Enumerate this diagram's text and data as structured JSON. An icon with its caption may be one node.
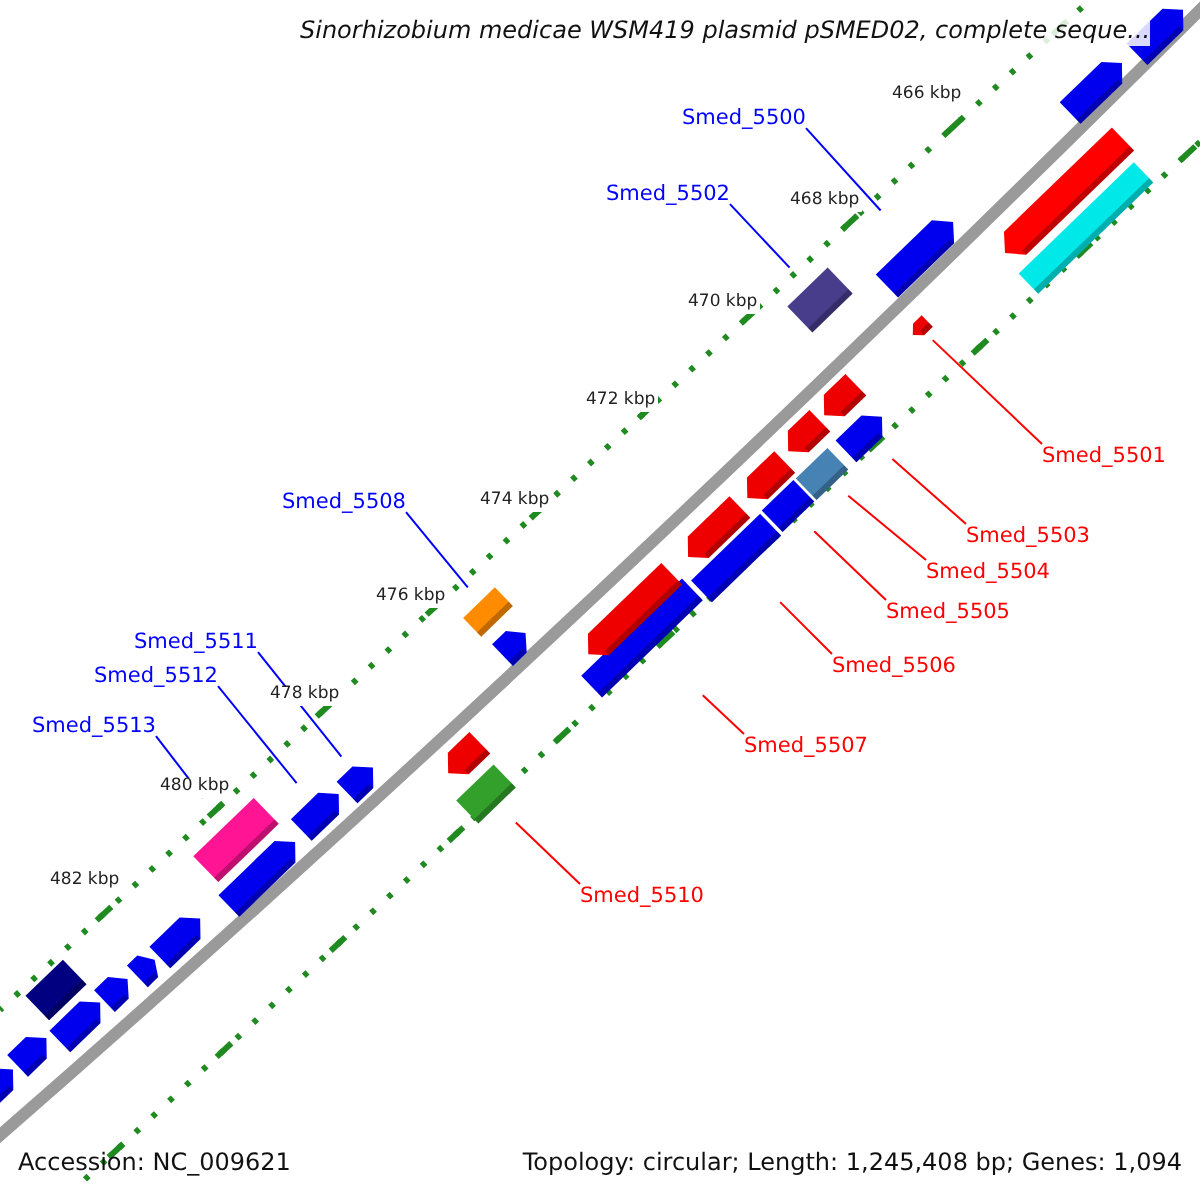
{
  "diagram": {
    "title": "Sinorhizobium medicae WSM419 plasmid pSMED02, complete seque...",
    "nodes": [
      {
        "text": [
          "Smed_5500"
        ]
      },
      {
        "text": [],
        "shape": "arrow"
      },
      {
        "text": [
          "Smed_5502"
        ]
      },
      {
        "text": [],
        "shape": "box"
      },
      {
        "text": [
          "Smed_5501"
        ]
      },
      {
        "text": [],
        "shape": "arrow"
      },
      {
        "text": [
          "Smed_5503"
        ]
      },
      {
        "text": [],
        "shape": "arrow"
      },
      {
        "text": [
          "Smed_5504"
        ]
      },
      {
        "text": [],
        "shape": "box"
      },
      {
        "text": [
          "Smed_5505"
        ]
      },
      {
        "text": [],
        "shape": "box"
      },
      {
        "text": [
          "Smed_5506"
        ]
      },
      {
        "text": [],
        "shape": "box"
      },
      {
        "text": [
          "Smed_5507"
        ]
      },
      {
        "text": [],
        "shape": "box"
      },
      {
        "text": [
          "Smed_5508"
        ]
      },
      {
        "text": [],
        "shape": "box"
      },
      {
        "text": [
          "Smed_5511"
        ]
      },
      {
        "text": [],
        "shape": "arrow"
      },
      {
        "text": [
          "Smed_5512"
        ]
      },
      {
        "text": [],
        "shape": "arrow"
      },
      {
        "text": [
          "Smed_5513"
        ]
      },
      {
        "text": [],
        "shape": "box"
      },
      {
        "text": [
          "Smed_5510"
        ]
      },
      {
        "text": [],
        "shape": "box"
      },
      {
        "text": [],
        "shape": "arrow"
      },
      {
        "text": [],
        "shape": "arrow"
      },
      {
        "text": [],
        "shape": "arrow"
      },
      {
        "text": [],
        "shape": "box"
      },
      {
        "text": [],
        "shape": "arrow"
      },
      {
        "text": [],
        "shape": "arrow"
      },
      {
        "text": [],
        "shape": "arrow"
      },
      {
        "text": [],
        "shape": "arrow"
      },
      {
        "text": [],
        "shape": "arrow"
      },
      {
        "text": [],
        "shape": "arrow"
      },
      {
        "text": [],
        "shape": "arrow"
      },
      {
        "text": [],
        "shape": "arrow"
      },
      {
        "text": [],
        "shape": "arrow"
      },
      {
        "text": [],
        "shape": "arrow"
      },
      {
        "text": [],
        "shape": "box"
      },
      {
        "text": [],
        "shape": "arrow"
      },
      {
        "text": [],
        "shape": "arrow"
      },
      {
        "text": [],
        "shape": "arrow"
      },
      {
        "text": [],
        "shape": "arrow"
      }
    ],
    "edges": [
      {
        "from": 0,
        "to": 1,
        "arrow": "none",
        "color": "#0000ff"
      },
      {
        "from": 2,
        "to": 3,
        "arrow": "none",
        "color": "#0000ff"
      },
      {
        "from": 4,
        "to": 5,
        "arrow": "none"
      },
      {
        "from": 6,
        "to": 7,
        "arrow": "none"
      },
      {
        "from": 8,
        "to": 9,
        "arrow": "none"
      },
      {
        "from": 10,
        "to": 11,
        "arrow": "none"
      },
      {
        "from": 12,
        "to": 13,
        "arrow": "none"
      },
      {
        "from": 14,
        "to": 15,
        "arrow": "none"
      },
      {
        "from": 16,
        "to": 17,
        "arrow": "none",
        "color": "#0000ff"
      },
      {
        "from": 18,
        "to": 19,
        "arrow": "none",
        "color": "#0000ff"
      },
      {
        "from": 20,
        "to": 21,
        "arrow": "none",
        "color": "#0000ff"
      },
      {
        "from": 22,
        "to": 23,
        "arrow": "none",
        "color": "#0000ff"
      },
      {
        "from": 24,
        "to": 25,
        "arrow": "none"
      }
    ],
    "labels": [
      "466 kbp",
      "468 kbp",
      "470 kbp",
      "472 kbp",
      "474 kbp",
      "476 kbp",
      "478 kbp",
      "480 kbp",
      "482 kbp",
      "Accession: NC_009621",
      "Topology: circular; Length: 1,245,408 bp; Genes: 1,094"
    ]
  }
}
